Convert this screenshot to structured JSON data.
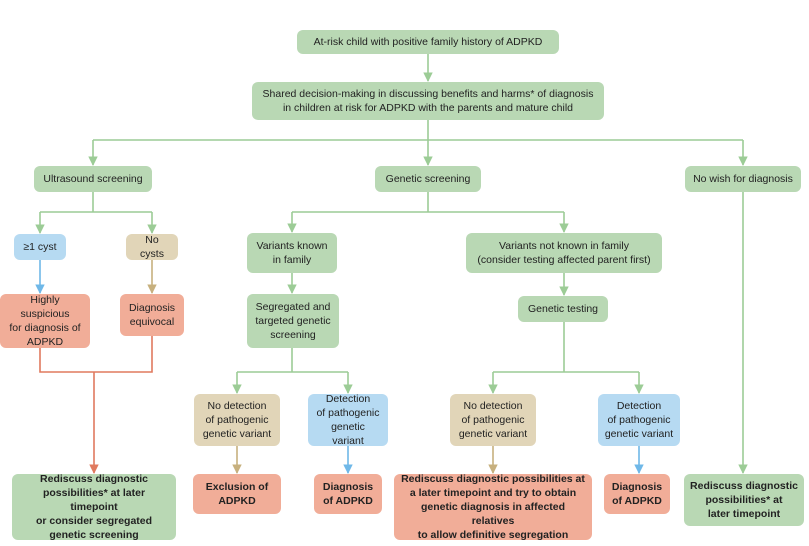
{
  "colors": {
    "green": "#b9d8b4",
    "green_line": "#9ccc96",
    "blue": "#b6daf2",
    "blue_line": "#6fb8e8",
    "tan": "#e1d5b8",
    "tan_line": "#c7b07e",
    "salmon": "#f1ad98",
    "salmon_line": "#e07a5f"
  },
  "nodes": {
    "root": "At-risk child with positive family history of ADPKD",
    "shared": "Shared decision-making in discussing benefits and harms* of diagnosis\nin children at risk for ADPKD with the parents and mature child",
    "ultrasound": "Ultrasound screening",
    "genetic": "Genetic screening",
    "nowish": "No wish for diagnosis",
    "cyst": "≥1 cyst",
    "nocysts": "No cysts",
    "suspicious": "Highly suspicious\nfor diagnosis of\nADPKD",
    "equivocal": "Diagnosis\nequivocal",
    "known": "Variants known\nin family",
    "notknown": "Variants not known in family\n(consider testing affected parent first)",
    "segregated": "Segregated and\ntargeted genetic\nscreening",
    "gentesting": "Genetic testing",
    "nodet1": "No detection\nof pathogenic\ngenetic variant",
    "det1": "Detection\nof pathogenic\ngenetic variant",
    "nodet2": "No detection\nof pathogenic\ngenetic variant",
    "det2": "Detection\nof pathogenic\ngenetic variant",
    "rediscuss1": "Rediscuss diagnostic\npossibilities* at later timepoint\nor consider segregated\ngenetic screening",
    "exclusion": "Exclusion of\nADPKD",
    "diag1": "Diagnosis\nof ADPKD",
    "rediscuss2": "Rediscuss diagnostic possibilities at\na later timepoint and try to obtain\ngenetic diagnosis in affected relatives\nto allow definitive segregation",
    "diag2": "Diagnosis\nof ADPKD",
    "rediscuss3": "Rediscuss diagnostic\npossibilities* at\nlater timepoint"
  }
}
